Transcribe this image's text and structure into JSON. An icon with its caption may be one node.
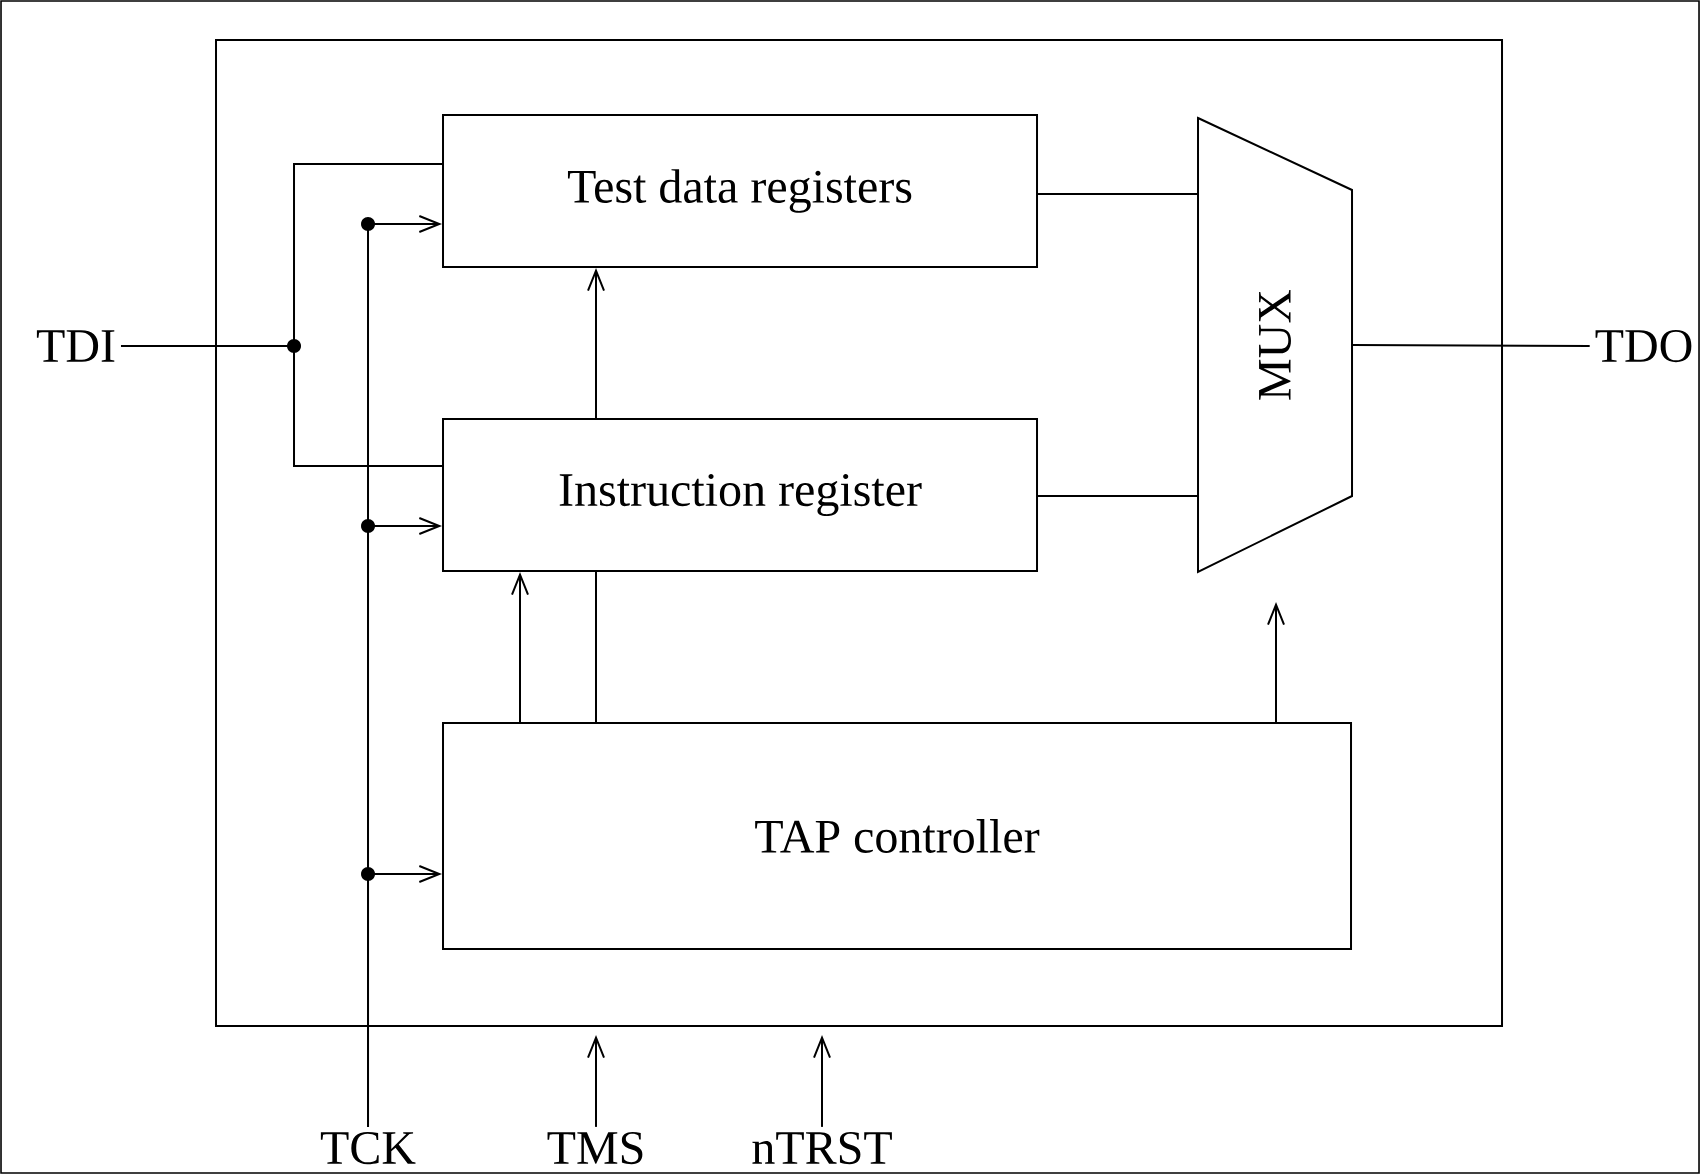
{
  "diagram": {
    "nodes": [
      {
        "text": [],
        "shape": "box"
      },
      {
        "text": [
          "Test data registers"
        ],
        "in": 0
      },
      {
        "text": [
          "Instruction register"
        ],
        "in": 0
      },
      {
        "text": [
          "MUX"
        ],
        "in": 0
      },
      {
        "text": [
          "TAP controller"
        ],
        "in": 0
      },
      {
        "text": [
          "TDI"
        ]
      },
      {
        "text": [
          "TDO"
        ]
      },
      {
        "text": [
          "TCK"
        ]
      },
      {
        "text": [
          "TMS"
        ]
      },
      {
        "text": [
          "nTRST"
        ]
      }
    ],
    "edges": [
      {
        "from": 5,
        "to": 1,
        "arrow": "none"
      },
      {
        "from": 5,
        "to": 2,
        "arrow": "none"
      },
      {
        "from": 7,
        "to": 1,
        "arrow": "to"
      },
      {
        "from": 7,
        "to": 2,
        "arrow": "to"
      },
      {
        "from": 7,
        "to": 4,
        "arrow": "to"
      },
      {
        "from": 2,
        "to": 1,
        "arrow": "to"
      },
      {
        "from": 4,
        "to": 2,
        "arrow": "to"
      },
      {
        "from": 4,
        "to": 2,
        "arrow": "none"
      },
      {
        "from": 1,
        "to": 3,
        "arrow": "none"
      },
      {
        "from": 2,
        "to": 3,
        "arrow": "none"
      },
      {
        "from": 4,
        "to": 3,
        "arrow": "to"
      },
      {
        "from": 3,
        "to": 6,
        "arrow": "none"
      },
      {
        "from": 8,
        "to": 0,
        "arrow": "to"
      },
      {
        "from": 9,
        "to": 0,
        "arrow": "to"
      }
    ]
  }
}
